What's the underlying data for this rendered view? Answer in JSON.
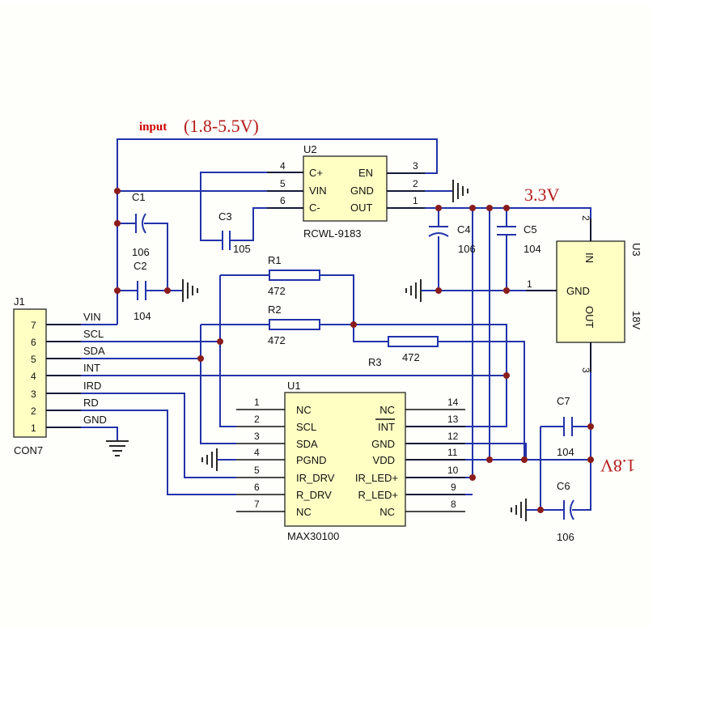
{
  "colors": {
    "background": "#fefefa",
    "wire": "#2233aa",
    "body": "#ffffc4",
    "annotation": "#b31b1b",
    "junction": "#8a1c1c"
  },
  "annotations": {
    "input_word": "input",
    "input_range": "(1.8-5.5V)",
    "v33": "3.3V",
    "v18": "1.8V"
  },
  "j1": {
    "ref": "J1",
    "part": "CON7",
    "pins": [
      {
        "num": "7",
        "net": "VIN"
      },
      {
        "num": "6",
        "net": "SCL"
      },
      {
        "num": "5",
        "net": "SDA"
      },
      {
        "num": "4",
        "net": "INT"
      },
      {
        "num": "3",
        "net": "IRD"
      },
      {
        "num": "2",
        "net": "RD"
      },
      {
        "num": "1",
        "net": "GND"
      }
    ]
  },
  "u2": {
    "ref": "U2",
    "part": "RCWL-9183",
    "left_pins": [
      {
        "num": "4",
        "label": "C+"
      },
      {
        "num": "5",
        "label": "VIN"
      },
      {
        "num": "6",
        "label": "C-"
      }
    ],
    "right_pins": [
      {
        "num": "3",
        "label": "EN"
      },
      {
        "num": "2",
        "label": "GND"
      },
      {
        "num": "1",
        "label": "OUT"
      }
    ]
  },
  "u3": {
    "ref": "U3",
    "value": "18V",
    "in_label": "IN",
    "gnd_label": "GND",
    "out_label": "OUT",
    "pin_in": "2",
    "pin_gnd": "1",
    "pin_out": "3"
  },
  "u1": {
    "ref": "U1",
    "part": "MAX30100",
    "left_pins": [
      {
        "num": "1",
        "label": "NC"
      },
      {
        "num": "2",
        "label": "SCL"
      },
      {
        "num": "3",
        "label": "SDA"
      },
      {
        "num": "4",
        "label": "PGND"
      },
      {
        "num": "5",
        "label": "IR_DRV"
      },
      {
        "num": "6",
        "label": "R_DRV"
      },
      {
        "num": "7",
        "label": "NC"
      }
    ],
    "right_pins": [
      {
        "num": "14",
        "label": "NC"
      },
      {
        "num": "13",
        "label": "INT"
      },
      {
        "num": "12",
        "label": "GND"
      },
      {
        "num": "11",
        "label": "VDD"
      },
      {
        "num": "10",
        "label": "IR_LED+"
      },
      {
        "num": "9",
        "label": "R_LED+"
      },
      {
        "num": "8",
        "label": "NC"
      }
    ]
  },
  "capacitors": [
    {
      "ref": "C1",
      "value": "106"
    },
    {
      "ref": "C2",
      "value": "104"
    },
    {
      "ref": "C3",
      "value": "105"
    },
    {
      "ref": "C4",
      "value": "106"
    },
    {
      "ref": "C5",
      "value": "104"
    },
    {
      "ref": "C6",
      "value": "106"
    },
    {
      "ref": "C7",
      "value": "104"
    }
  ],
  "resistors": [
    {
      "ref": "R1",
      "value": "472"
    },
    {
      "ref": "R2",
      "value": "472"
    },
    {
      "ref": "R3",
      "value": "472"
    }
  ]
}
